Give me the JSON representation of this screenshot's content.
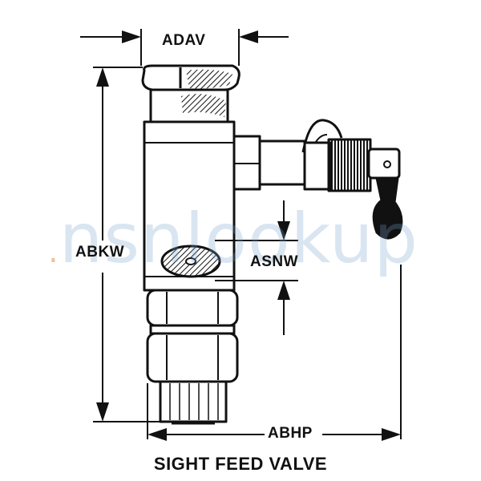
{
  "title": "SIGHT FEED VALVE",
  "dimensions": {
    "top_width": "ADAV",
    "overall_height": "ABKW",
    "sight_glass": "ASNW",
    "overall_width": "ABHP"
  },
  "watermark": {
    "text": "nsnlookup",
    "dot": "."
  },
  "colors": {
    "ink": "#111111",
    "watermark": "#78a0c8",
    "watermark_dot": "#f08c3c"
  }
}
